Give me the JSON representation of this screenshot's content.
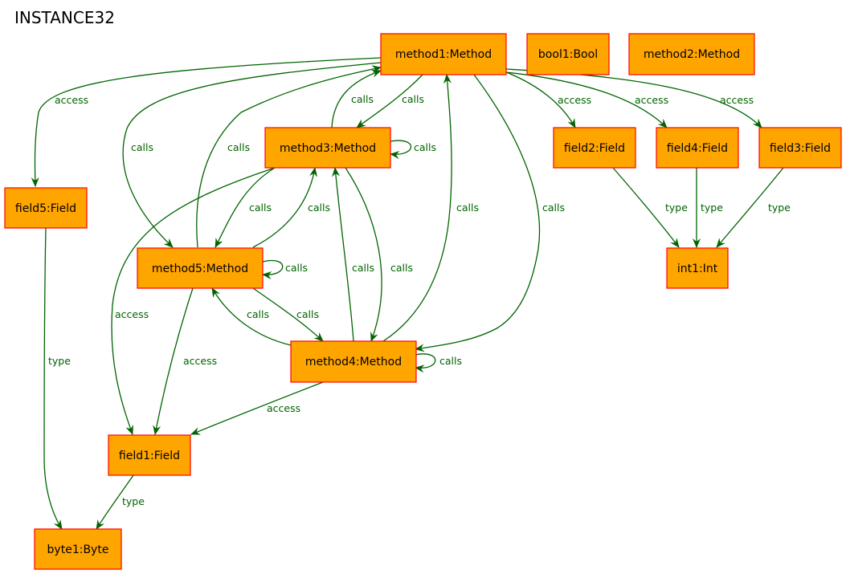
{
  "title": "INSTANCE32",
  "colors": {
    "node_fill": "#ffa500",
    "node_border": "#ff0000",
    "edge": "#006400"
  },
  "nodes": [
    {
      "id": "method1",
      "label": "method1:Method"
    },
    {
      "id": "bool1",
      "label": "bool1:Bool"
    },
    {
      "id": "method2",
      "label": "method2:Method"
    },
    {
      "id": "method3",
      "label": "method3:Method"
    },
    {
      "id": "field2",
      "label": "field2:Field"
    },
    {
      "id": "field4",
      "label": "field4:Field"
    },
    {
      "id": "field3",
      "label": "field3:Field"
    },
    {
      "id": "field5",
      "label": "field5:Field"
    },
    {
      "id": "method5",
      "label": "method5:Method"
    },
    {
      "id": "int1",
      "label": "int1:Int"
    },
    {
      "id": "method4",
      "label": "method4:Method"
    },
    {
      "id": "field1",
      "label": "field1:Field"
    },
    {
      "id": "byte1",
      "label": "byte1:Byte"
    }
  ],
  "edges": [
    {
      "from": "method1",
      "to": "field5",
      "label": "access"
    },
    {
      "from": "method1",
      "to": "method5",
      "label": "calls"
    },
    {
      "from": "method5",
      "to": "method1",
      "label": "calls"
    },
    {
      "from": "method3",
      "to": "method1",
      "label": "calls"
    },
    {
      "from": "method1",
      "to": "method3",
      "label": "calls"
    },
    {
      "from": "method4",
      "to": "method1",
      "label": "calls"
    },
    {
      "from": "method1",
      "to": "method4",
      "label": "calls"
    },
    {
      "from": "method1",
      "to": "field2",
      "label": "access"
    },
    {
      "from": "method1",
      "to": "field4",
      "label": "access"
    },
    {
      "from": "method1",
      "to": "field3",
      "label": "access"
    },
    {
      "from": "method3",
      "to": "method3",
      "label": "calls"
    },
    {
      "from": "method3",
      "to": "method5",
      "label": "calls"
    },
    {
      "from": "method5",
      "to": "method3",
      "label": "calls"
    },
    {
      "from": "method4",
      "to": "method3",
      "label": "calls"
    },
    {
      "from": "method3",
      "to": "method4",
      "label": "calls"
    },
    {
      "from": "method3",
      "to": "field1",
      "label": "access"
    },
    {
      "from": "method5",
      "to": "method5",
      "label": "calls"
    },
    {
      "from": "method5",
      "to": "method4",
      "label": "calls"
    },
    {
      "from": "method4",
      "to": "method5",
      "label": "calls"
    },
    {
      "from": "method5",
      "to": "field1",
      "label": "access"
    },
    {
      "from": "method4",
      "to": "method4",
      "label": "calls"
    },
    {
      "from": "method4",
      "to": "field1",
      "label": "access"
    },
    {
      "from": "field2",
      "to": "int1",
      "label": "type"
    },
    {
      "from": "field4",
      "to": "int1",
      "label": "type"
    },
    {
      "from": "field3",
      "to": "int1",
      "label": "type"
    },
    {
      "from": "field5",
      "to": "byte1",
      "label": "type"
    },
    {
      "from": "field1",
      "to": "byte1",
      "label": "type"
    }
  ]
}
